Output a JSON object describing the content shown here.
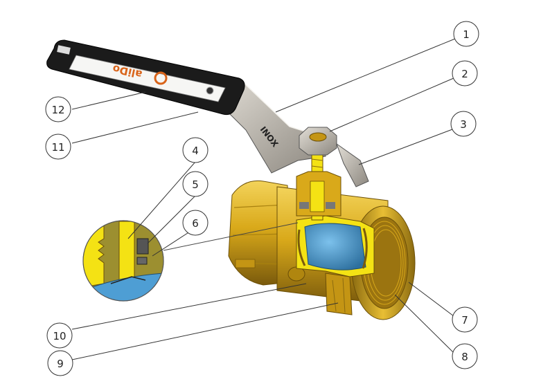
{
  "brand": {
    "logo_text": "aliDo",
    "stem_plate_text": "INOX"
  },
  "callouts": [
    {
      "id": "1",
      "label": "1"
    },
    {
      "id": "2",
      "label": "2"
    },
    {
      "id": "3",
      "label": "3"
    },
    {
      "id": "4",
      "label": "4"
    },
    {
      "id": "5",
      "label": "5"
    },
    {
      "id": "6",
      "label": "6"
    },
    {
      "id": "7",
      "label": "7"
    },
    {
      "id": "8",
      "label": "8"
    },
    {
      "id": "9",
      "label": "9"
    },
    {
      "id": "10",
      "label": "10"
    },
    {
      "id": "11",
      "label": "11"
    },
    {
      "id": "12",
      "label": "12"
    }
  ],
  "colors": {
    "brass": "#d9a91a",
    "brass_dark": "#8a6a10",
    "brass_light": "#f3d35a",
    "cutaway_yellow": "#f4e214",
    "ball_blue": "#4e9ed4",
    "handle_black": "#1b1b1b",
    "steel": "#b9b4ac",
    "logo_orange": "#d9641a"
  }
}
